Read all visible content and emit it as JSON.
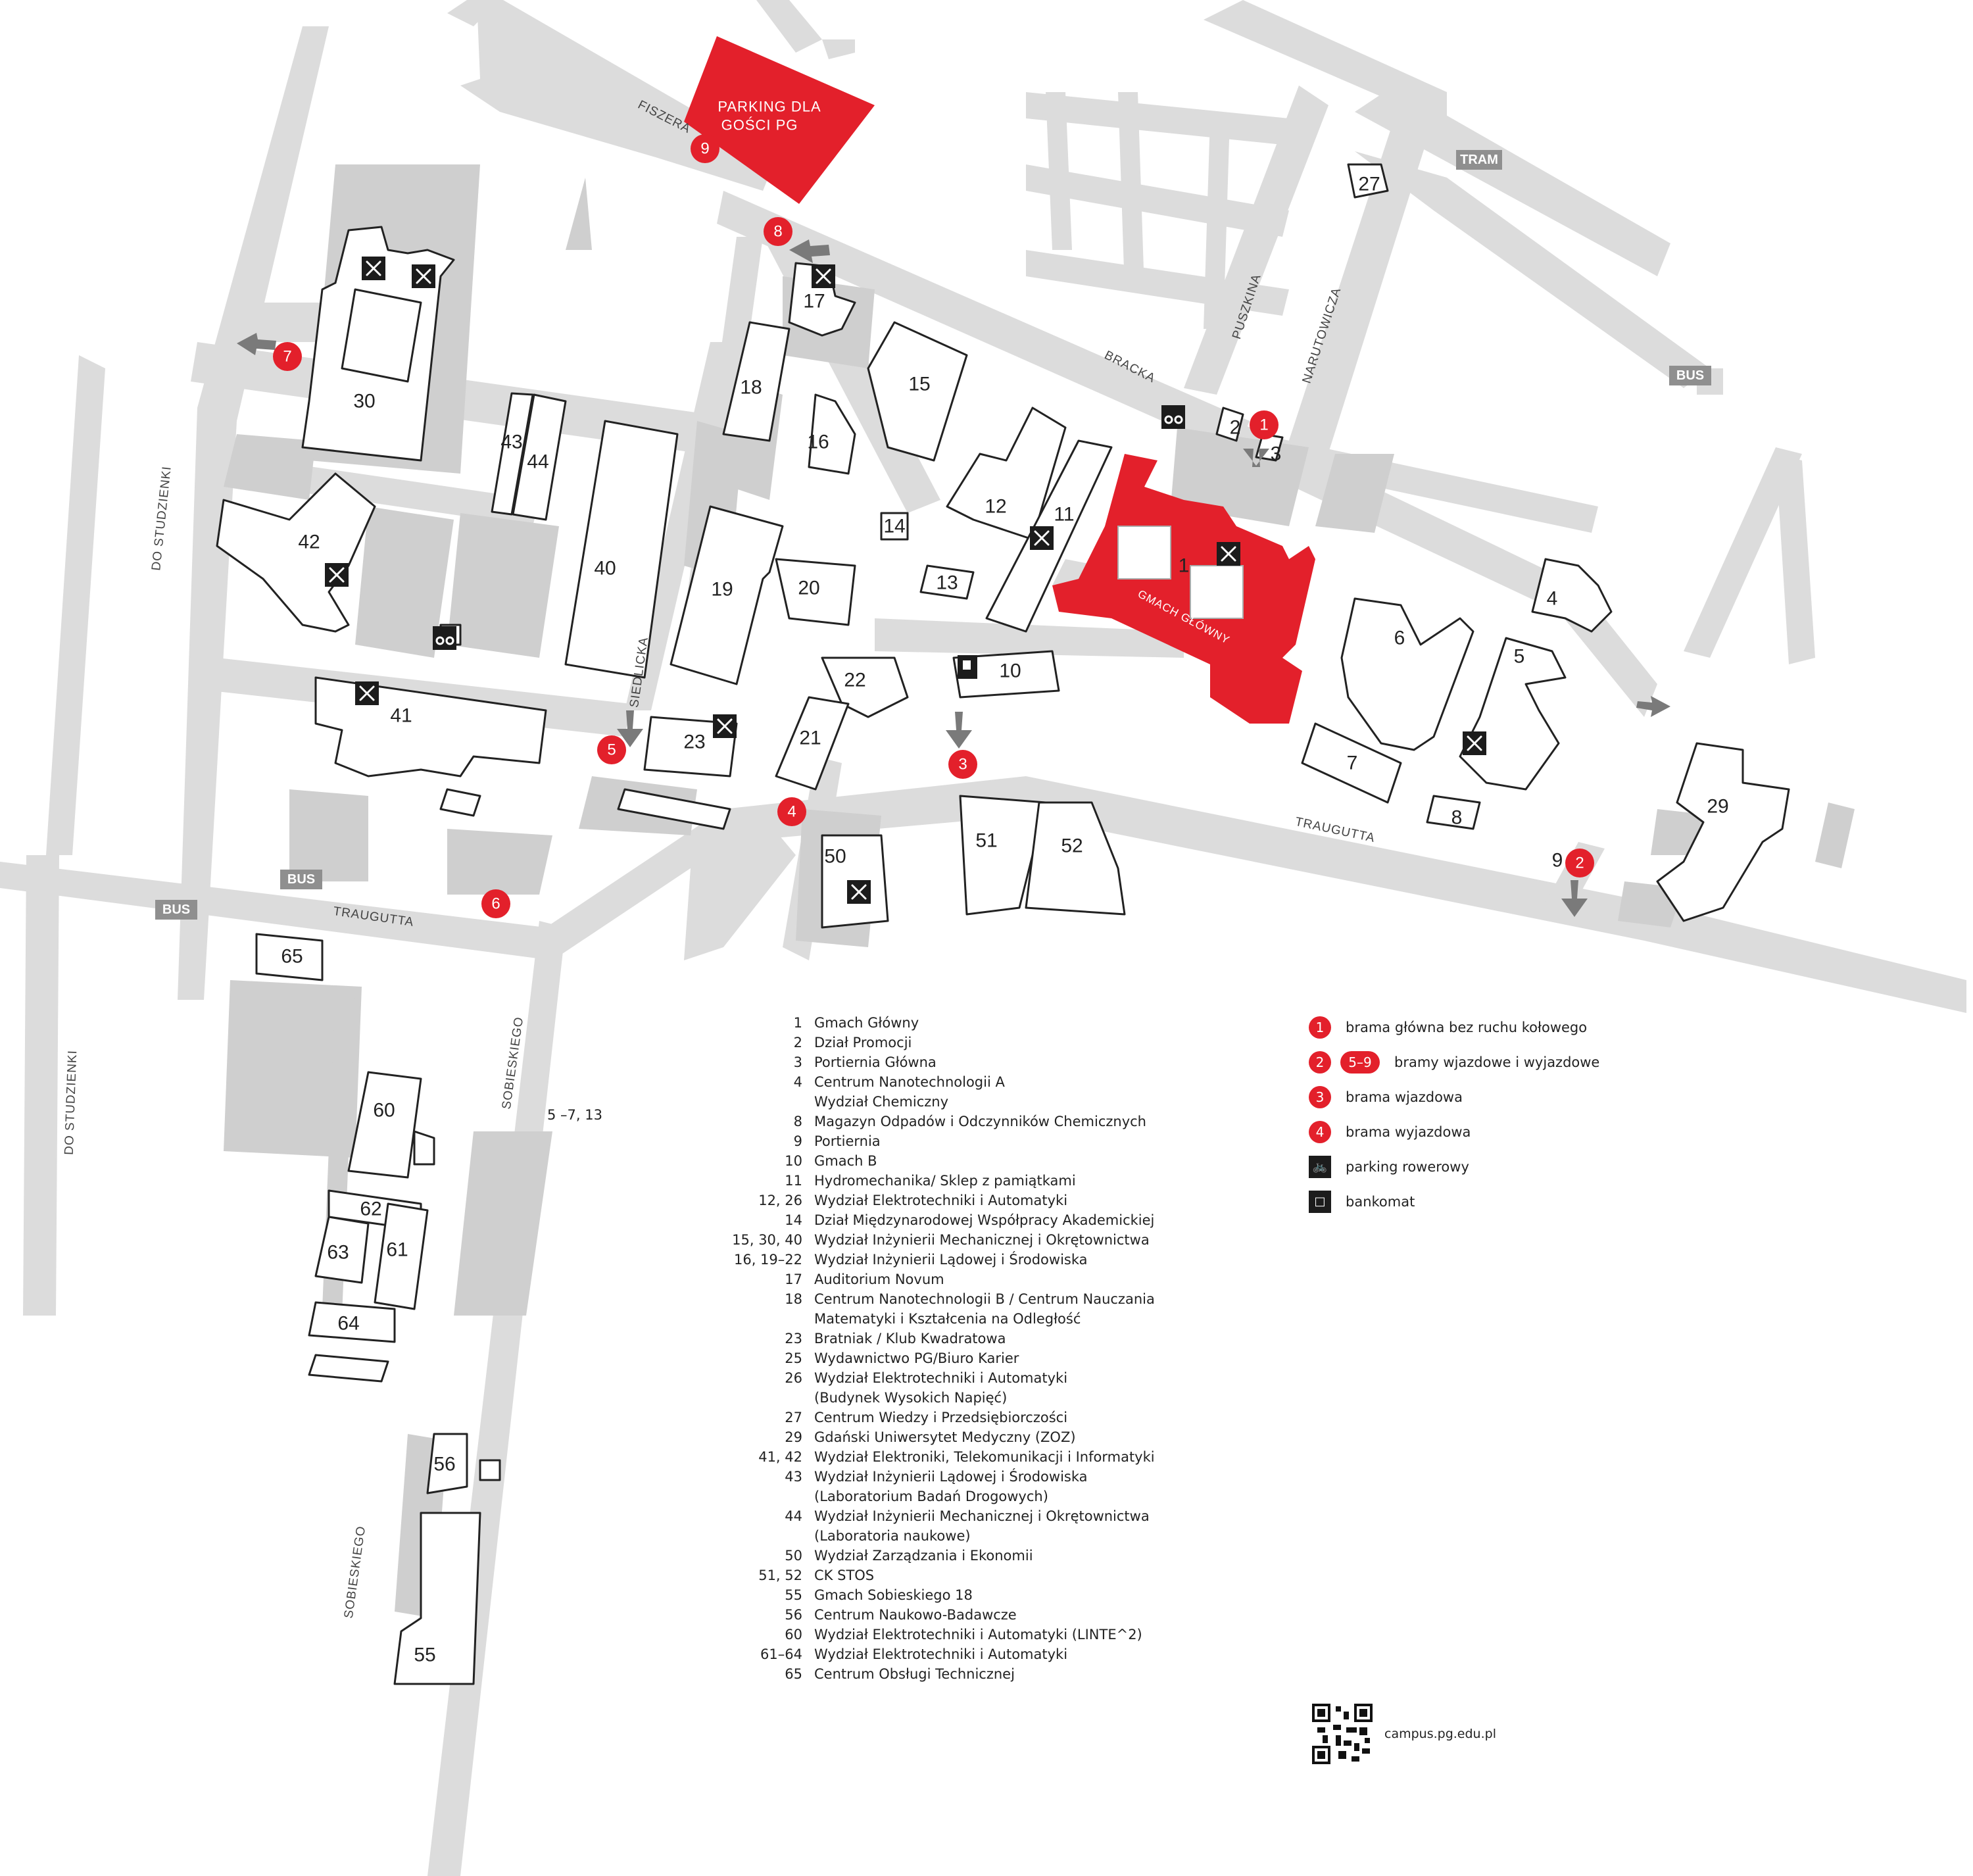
{
  "streets": {
    "fiszera": "FISZERA",
    "bracka": "BRACKA",
    "puszkina": "PUSZKINA",
    "narutowicza": "NARUTOWICZA",
    "traugutta_left": "TRAUGUTTA",
    "traugutta_right": "TRAUGUTTA",
    "siedlicka": "SIEDLICKA",
    "sobieskiego_upper": "SOBIESKIEGO",
    "sobieskiego_lower": "SOBIESKIEGO",
    "studzienki_upper": "DO STUDZIENKI",
    "studzienki_lower": "DO STUDZIENKI"
  },
  "tags": {
    "tram": "TRAM",
    "bus_right": "BUS",
    "bus_mid": "BUS",
    "bus_left": "BUS"
  },
  "parking": {
    "line1": "PARKING DLA",
    "line2": "GOŚCI PG"
  },
  "main_building_label": "GMACH GŁÓWNY",
  "building_numbers": {
    "b1": "1",
    "b2": "2",
    "b3": "3",
    "b4": "4",
    "b5": "5",
    "b6": "6",
    "b7": "7",
    "b8": "8",
    "b9": "9",
    "b10": "10",
    "b11": "11",
    "b12": "12",
    "b13": "13",
    "b14": "14",
    "b15": "15",
    "b16": "16",
    "b17": "17",
    "b18": "18",
    "b19": "19",
    "b20": "20",
    "b21": "21",
    "b22": "22",
    "b23": "23",
    "b27": "27",
    "b29": "29",
    "b30": "30",
    "b40": "40",
    "b41": "41",
    "b42": "42",
    "b43": "43",
    "b44": "44",
    "b50": "50",
    "b51": "51",
    "b52": "52",
    "b55": "55",
    "b56": "56",
    "b60": "60",
    "b61": "61",
    "b62": "62",
    "b63": "63",
    "b64": "64",
    "b65": "65"
  },
  "gates": {
    "g1": "1",
    "g2": "2",
    "g3": "3",
    "g4": "4",
    "g5": "5",
    "g6": "6",
    "g7": "7",
    "g8": "8",
    "g9": "9"
  },
  "icons": {
    "restaurant": "restaurant-icon",
    "bike": "bike-parking-icon",
    "atm": "atm-icon"
  },
  "legend": [
    {
      "num": "1",
      "text": "Gmach Główny"
    },
    {
      "num": "2",
      "text": "Dział Promocji"
    },
    {
      "num": "3",
      "text": "Portiernia Główna"
    },
    {
      "num": "4",
      "text": "Centrum Nanotechnologii A"
    },
    {
      "num": "",
      "text": "Wydział Chemiczny"
    },
    {
      "num": "8",
      "text": "Magazyn Odpadów i Odczynników Chemicznych"
    },
    {
      "num": "9",
      "text": "Portiernia"
    },
    {
      "num": "10",
      "text": "Gmach B"
    },
    {
      "num": "11",
      "text": "Hydromechanika/ Sklep z pamiątkami"
    },
    {
      "num": "12, 26",
      "text": "Wydział Elektrotechniki i Automatyki"
    },
    {
      "num": "14",
      "text": "Dział Międzynarodowej Współpracy Akademickiej"
    },
    {
      "num": "15, 30, 40",
      "text": "Wydział Inżynierii Mechanicznej i Okrętownictwa"
    },
    {
      "num": "16, 19–22",
      "text": "Wydział Inżynierii Lądowej i Środowiska"
    },
    {
      "num": "17",
      "text": "Auditorium Novum"
    },
    {
      "num": "18",
      "text": "Centrum Nanotechnologii B / Centrum Nauczania"
    },
    {
      "num": "",
      "text": "Matematyki i Kształcenia na Odległość"
    },
    {
      "num": "23",
      "text": "Bratniak / Klub Kwadratowa"
    },
    {
      "num": "25",
      "text": "Wydawnictwo PG/Biuro Karier"
    },
    {
      "num": "26",
      "text": "Wydział Elektrotechniki i Automatyki"
    },
    {
      "num": "",
      "text": "(Budynek Wysokich Napięć)"
    },
    {
      "num": "27",
      "text": "Centrum Wiedzy i Przedsiębiorczości"
    },
    {
      "num": "29",
      "text": "Gdański Uniwersytet Medyczny (ZOZ)"
    },
    {
      "num": "41, 42",
      "text": "Wydział Elektroniki, Telekomunikacji i Informatyki"
    },
    {
      "num": "43",
      "text": "Wydział Inżynierii Lądowej i Środowiska"
    },
    {
      "num": "",
      "text": "(Laboratorium Badań Drogowych)"
    },
    {
      "num": "44",
      "text": "Wydział Inżynierii Mechanicznej i Okrętownictwa"
    },
    {
      "num": "",
      "text": "(Laboratoria naukowe)"
    },
    {
      "num": "50",
      "text": "Wydział Zarządzania i Ekonomii"
    },
    {
      "num": "51, 52",
      "text": "CK STOS"
    },
    {
      "num": "55",
      "text": "Gmach Sobieskiego 18"
    },
    {
      "num": "56",
      "text": "Centrum Naukowo-Badawcze"
    },
    {
      "num": "60",
      "text": "Wydział Elektrotechniki i Automatyki (LINTE^2)"
    },
    {
      "num": "61–64",
      "text": "Wydział Elektrotechniki i Automatyki"
    },
    {
      "num": "65",
      "text": "Centrum Obsługi Technicznej"
    }
  ],
  "legend_extra": "5 –7, 13",
  "keys": {
    "k1_num": "1",
    "k1_text": "brama główna bez ruchu kołowego",
    "k2_num": "2",
    "k2_pill": "5–9",
    "k2_text": "bramy wjazdowe i wyjazdowe",
    "k3_num": "3",
    "k3_text": "brama wjazdowa",
    "k4_num": "4",
    "k4_text": "brama wyjazdowa",
    "k5_text": "parking rowerowy",
    "k6_text": "bankomat"
  },
  "url": "campus.pg.edu.pl",
  "colors": {
    "accent": "#e3202b",
    "road": "#dcdcdc",
    "tag": "#8f8f8f"
  }
}
